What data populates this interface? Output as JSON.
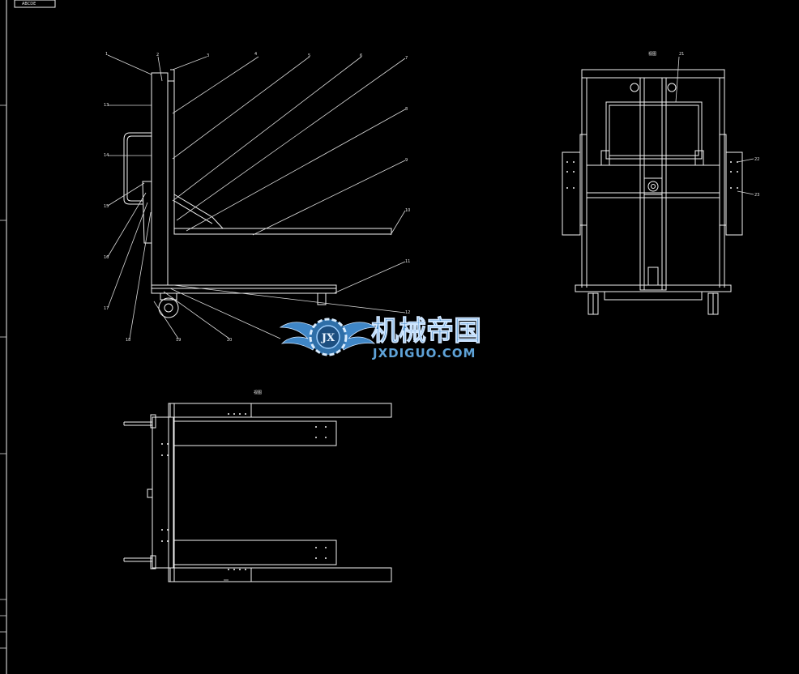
{
  "title_block": {
    "tag": "ABCDE"
  },
  "views": {
    "side": {
      "balloons": [
        "1",
        "2",
        "3",
        "4",
        "5",
        "6",
        "7",
        "8",
        "9",
        "10",
        "11",
        "12",
        "13",
        "14",
        "15",
        "16",
        "17",
        "18",
        "19",
        "20"
      ]
    },
    "front": {
      "label": "视图",
      "balloons": [
        "21",
        "22",
        "23"
      ]
    },
    "top": {
      "label": "视图"
    }
  },
  "watermark": {
    "cn": "机械帝国",
    "en": "JXDIGUO.COM",
    "badge": "JX",
    "color": "#3f86c6"
  }
}
